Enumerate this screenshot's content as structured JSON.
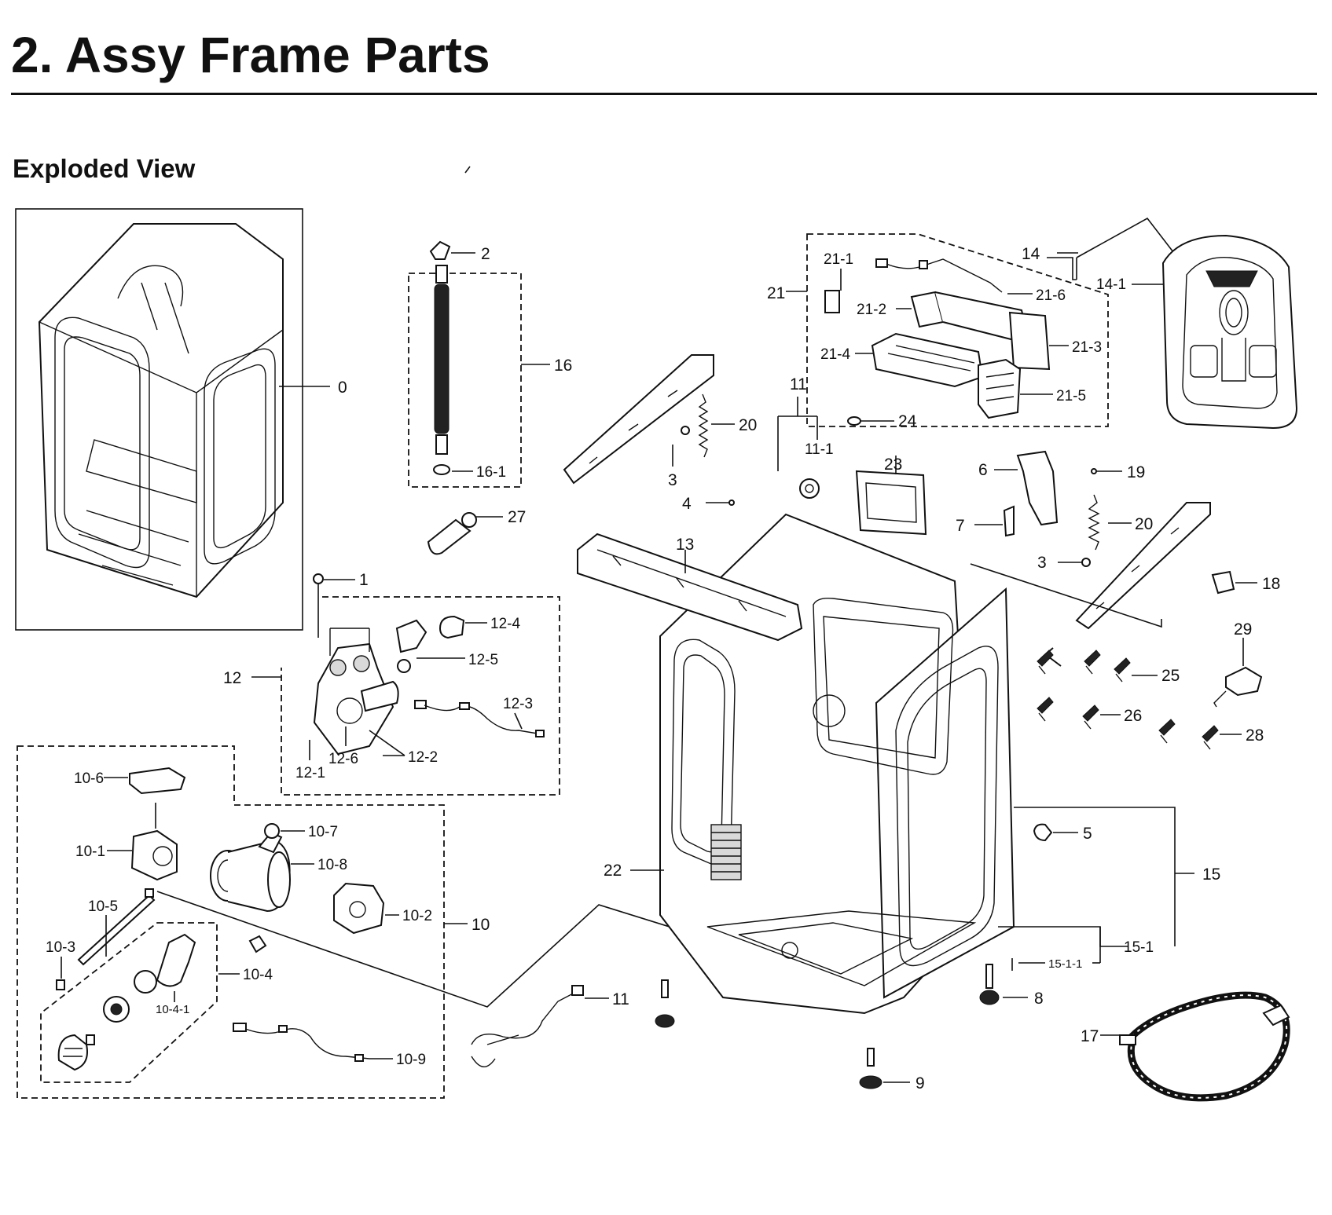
{
  "header": {
    "title": "2.  Assy Frame Parts",
    "subtitle": "Exploded View"
  },
  "callouts": {
    "c0": "0",
    "c1": "1",
    "c2": "2",
    "c3a": "3",
    "c3b": "3",
    "c4": "4",
    "c5": "5",
    "c6": "6",
    "c7": "7",
    "c8": "8",
    "c9": "9",
    "c10": "10",
    "c10_1": "10-1",
    "c10_2": "10-2",
    "c10_3": "10-3",
    "c10_4": "10-4",
    "c10_4_1": "10-4-1",
    "c10_5": "10-5",
    "c10_6": "10-6",
    "c10_7": "10-7",
    "c10_8": "10-8",
    "c10_9": "10-9",
    "c11a": "11",
    "c11_1": "11-1",
    "c11b": "11",
    "c12": "12",
    "c12_1": "12-1",
    "c12_2": "12-2",
    "c12_3": "12-3",
    "c12_4": "12-4",
    "c12_5": "12-5",
    "c12_6": "12-6",
    "c13": "13",
    "c14": "14",
    "c14_1": "14-1",
    "c15": "15",
    "c15_1": "15-1",
    "c15_1_1": "15-1-1",
    "c16": "16",
    "c16_1": "16-1",
    "c17": "17",
    "c18": "18",
    "c19": "19",
    "c20a": "20",
    "c20b": "20",
    "c21": "21",
    "c21_1": "21-1",
    "c21_2": "21-2",
    "c21_3": "21-3",
    "c21_4": "21-4",
    "c21_5": "21-5",
    "c21_6": "21-6",
    "c22": "22",
    "c23": "23",
    "c24": "24",
    "c25": "25",
    "c26": "26",
    "c27": "27",
    "c28": "28",
    "c29": "29"
  }
}
